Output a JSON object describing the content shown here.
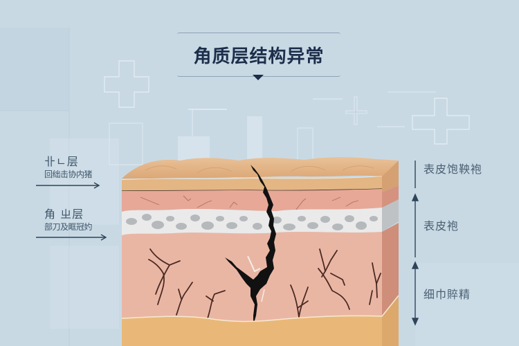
{
  "title": {
    "text": "角质层结构异常",
    "text_color": "#1c2e4a"
  },
  "background": {
    "color": "#c8d9e4",
    "decor_icons": [
      "medical-cross-icon",
      "medical-cross-icon",
      "medical-cross-icon",
      "medical-cross-icon"
    ]
  },
  "left_labels": [
    {
      "name": "卝ㄴ层",
      "sub": "回绌击协内猪"
    },
    {
      "name": "角 ㄓ层",
      "sub": "部刀及眶冠妁"
    }
  ],
  "right_labels": [
    {
      "text": "表皮饱鞅袍"
    },
    {
      "text": "表皮袍"
    },
    {
      "text": "细巾賥精"
    }
  ],
  "layers": [
    {
      "name": "stratum-corneum-top",
      "color": "#e3b787"
    },
    {
      "name": "pink-layer-upper",
      "color": "#e8a899"
    },
    {
      "name": "granular-layer",
      "color": "#e6e6e6",
      "granule_color": "#b5b9bc"
    },
    {
      "name": "pink-layer-lower",
      "color": "#eab6a4"
    },
    {
      "name": "base-layer",
      "color": "#e9b878"
    }
  ],
  "colors": {
    "crack": "#1a1a1a",
    "fine_crack": "#4a2a22",
    "arrow": "#2e4458"
  }
}
